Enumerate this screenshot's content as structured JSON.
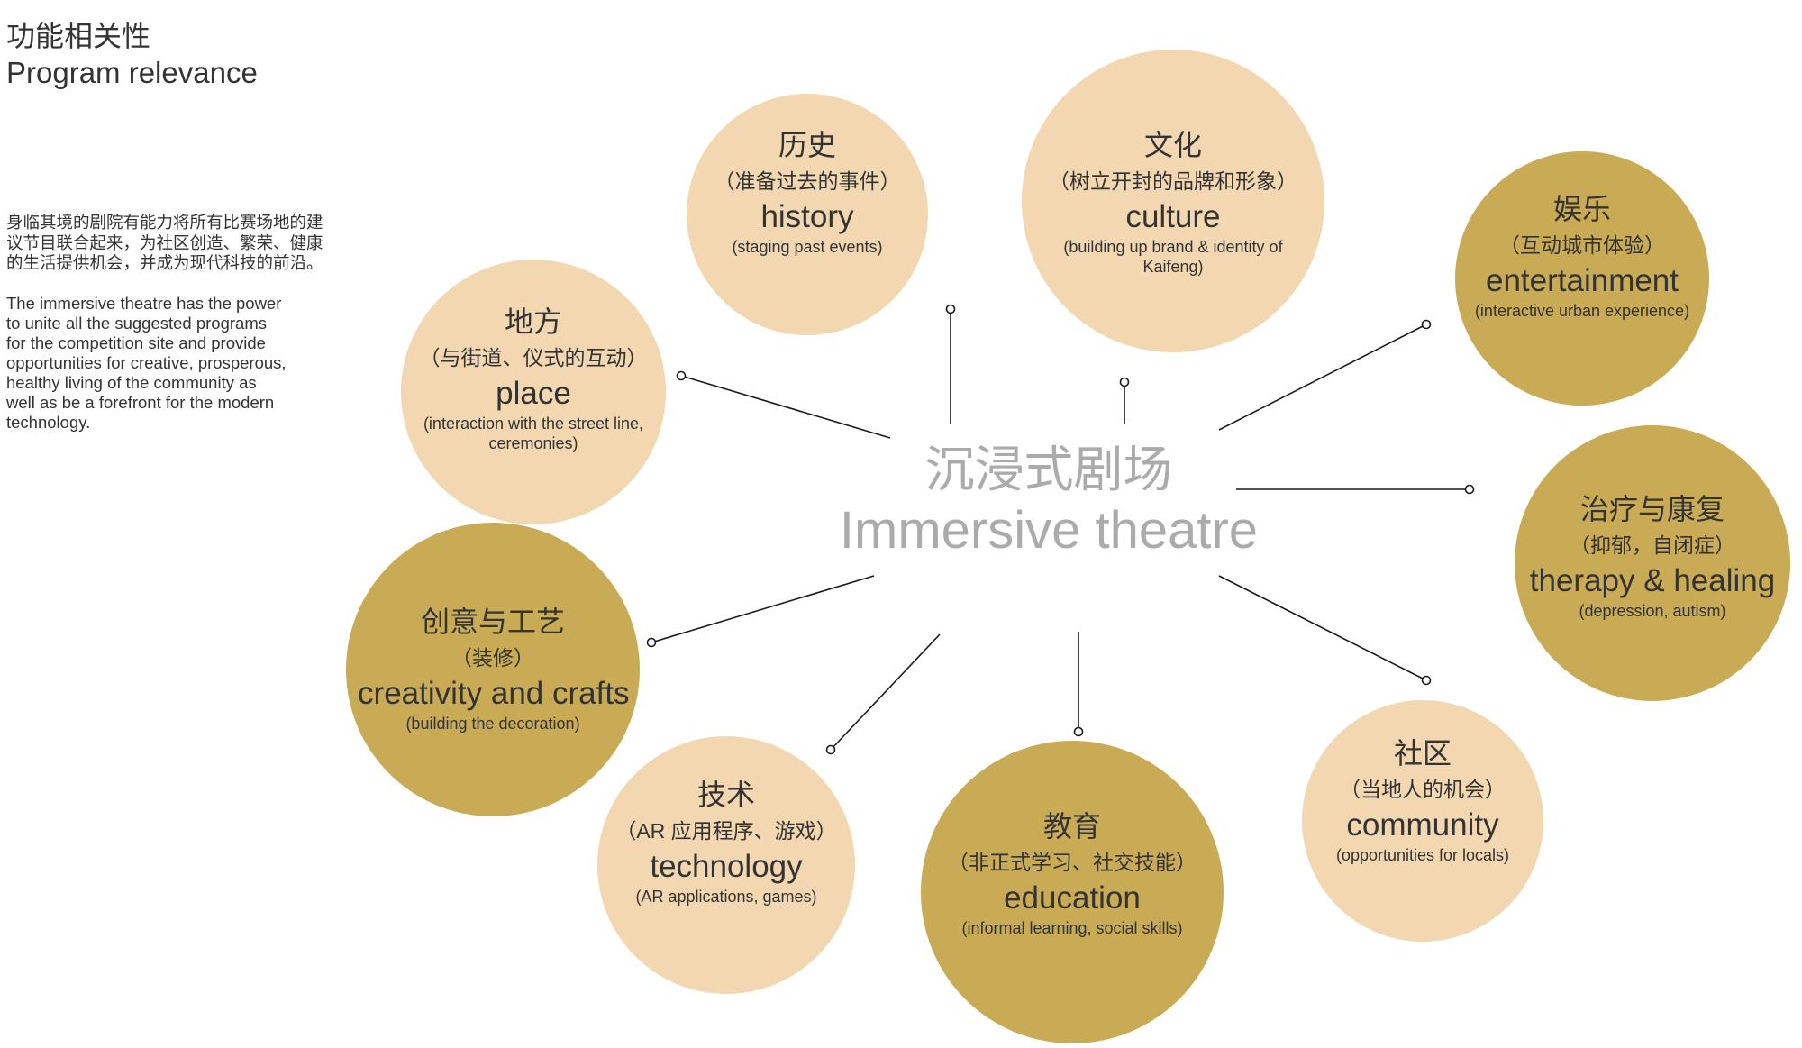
{
  "title": {
    "zh": "功能相关性",
    "en": "Program relevance"
  },
  "intro": {
    "zh_lines": [
      "身临其境的剧院有能力将所有比赛场地的建",
      "议节目联合起来，为社区创造、繁荣、健康",
      "的生活提供机会，并成为现代科技的前沿。"
    ],
    "en_lines": [
      "The immersive theatre has the power",
      "to unite all the suggested programs",
      "for the competition site and provide",
      "opportunities for creative, prosperous,",
      "healthy living of the community as",
      "well as be a forefront for the modern",
      "technology."
    ]
  },
  "center": {
    "zh": "沉浸式剧场",
    "en": "Immersive theatre"
  },
  "colors": {
    "text": "#333333",
    "center_text": "#ababab",
    "connector": "#1a1a1a",
    "node_light": "#f2d7b1",
    "node_dark": "#c9aa55"
  },
  "nodes": [
    {
      "zh_title": "历史",
      "zh_sub": "（准备过去的事件）",
      "en_title": "history",
      "en_sub": "(staging past events)",
      "fill": "#f2d7b1"
    },
    {
      "zh_title": "文化",
      "zh_sub": "（树立开封的品牌和形象）",
      "en_title": "culture",
      "en_sub": "(building up brand & identity of Kaifeng)",
      "fill": "#f2d7b1"
    },
    {
      "zh_title": "娱乐",
      "zh_sub": "（互动城市体验）",
      "en_title": "entertainment",
      "en_sub": "(interactive urban experience)",
      "fill": "#c9aa55"
    },
    {
      "zh_title": "治疗与康复",
      "zh_sub": "（抑郁，自闭症）",
      "en_title": "therapy & healing",
      "en_sub": "(depression, autism)",
      "fill": "#c9aa55"
    },
    {
      "zh_title": "社区",
      "zh_sub": "（当地人的机会）",
      "en_title": "community",
      "en_sub": "(opportunities for locals)",
      "fill": "#f2d7b1"
    },
    {
      "zh_title": "教育",
      "zh_sub": "（非正式学习、社交技能）",
      "en_title": "education",
      "en_sub": "(informal learning, social skills)",
      "fill": "#c9aa55"
    },
    {
      "zh_title": "技术",
      "zh_sub": "（AR 应用程序、游戏）",
      "en_title": "technology",
      "en_sub": "(AR applications, games)",
      "fill": "#f2d7b1"
    },
    {
      "zh_title": "创意与工艺",
      "zh_sub": "（装修）",
      "en_title": "creativity and crafts",
      "en_sub": "(building the decoration)",
      "fill": "#c9aa55"
    },
    {
      "zh_title": "地方",
      "zh_sub": "（与街道、仪式的互动）",
      "en_title": "place",
      "en_sub": "(interaction with the street line, ceremonies)",
      "fill": "#f2d7b1"
    }
  ]
}
